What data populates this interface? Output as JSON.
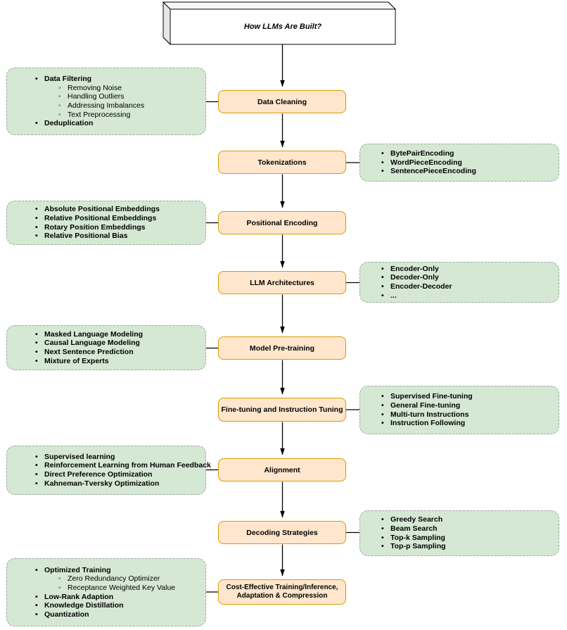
{
  "diagram": {
    "title": "How LLMs Are Built?"
  },
  "steps": [
    {
      "id": "data-cleaning",
      "label": "Data Cleaning"
    },
    {
      "id": "tokenizations",
      "label": "Tokenizations"
    },
    {
      "id": "positional-encoding",
      "label": "Positional Encoding"
    },
    {
      "id": "llm-architectures",
      "label": "LLM Architectures"
    },
    {
      "id": "model-pre-training",
      "label": "Model Pre-training"
    },
    {
      "id": "fine-tuning-instruction-tuning",
      "label": "Fine-tuning and Instruction Tuning"
    },
    {
      "id": "alignment",
      "label": "Alignment"
    },
    {
      "id": "decoding-strategies",
      "label": "Decoding Strategies"
    },
    {
      "id": "cost-effective",
      "label_line1": "Cost-Effective Training/Inference,",
      "label_line2": "Adaptation & Compression"
    }
  ],
  "details": [
    {
      "attached_to": "Data Cleaning",
      "side": "left",
      "items": [
        {
          "text": "Data Filtering",
          "level": 1
        },
        {
          "text": "Removing Noise",
          "level": 2
        },
        {
          "text": "Handling Outliers",
          "level": 2
        },
        {
          "text": "Addressing Imbalances",
          "level": 2
        },
        {
          "text": "Text Preprocessing",
          "level": 2
        },
        {
          "text": "Deduplication",
          "level": 1
        }
      ]
    },
    {
      "attached_to": "Tokenizations",
      "side": "right",
      "items": [
        {
          "text": "BytePairEncoding",
          "level": 1
        },
        {
          "text": "WordPieceEncoding",
          "level": 1
        },
        {
          "text": "SentencePieceEncoding",
          "level": 1
        }
      ]
    },
    {
      "attached_to": "Positional Encoding",
      "side": "left",
      "items": [
        {
          "text": "Absolute Positional Embeddings",
          "level": 1
        },
        {
          "text": "Relative Positional Embeddings",
          "level": 1
        },
        {
          "text": "Rotary Position Embeddings",
          "level": 1
        },
        {
          "text": "Relative Positional Bias",
          "level": 1
        }
      ]
    },
    {
      "attached_to": "LLM Architectures",
      "side": "right",
      "items": [
        {
          "text": "Encoder-Only",
          "level": 1
        },
        {
          "text": "Decoder-Only",
          "level": 1
        },
        {
          "text": "Encoder-Decoder",
          "level": 1
        },
        {
          "text": "...",
          "level": 1
        }
      ]
    },
    {
      "attached_to": "Model Pre-training",
      "side": "left",
      "items": [
        {
          "text": "Masked Language Modeling",
          "level": 1
        },
        {
          "text": "Causal Language Modeling",
          "level": 1
        },
        {
          "text": "Next Sentence Prediction",
          "level": 1
        },
        {
          "text": "Mixture of Experts",
          "level": 1
        }
      ]
    },
    {
      "attached_to": "Fine-tuning and Instruction Tuning",
      "side": "right",
      "items": [
        {
          "text": "Supervised Fine-tuning",
          "level": 1
        },
        {
          "text": "General Fine-tuning",
          "level": 1
        },
        {
          "text": "Multi-turn Instructions",
          "level": 1
        },
        {
          "text": "Instruction Following",
          "level": 1
        }
      ]
    },
    {
      "attached_to": "Alignment",
      "side": "left",
      "items": [
        {
          "text": "Supervised learning",
          "level": 1
        },
        {
          "text": "Reinforcement Learning from Human Feedback",
          "level": 1
        },
        {
          "text": "Direct Preference Optimization",
          "level": 1
        },
        {
          "text": "Kahneman-Tversky Optimization",
          "level": 1
        }
      ]
    },
    {
      "attached_to": "Decoding Strategies",
      "side": "right",
      "items": [
        {
          "text": "Greedy Search",
          "level": 1
        },
        {
          "text": "Beam Search",
          "level": 1
        },
        {
          "text": "Top-k Sampling",
          "level": 1
        },
        {
          "text": "Top-p Sampling",
          "level": 1
        }
      ]
    },
    {
      "attached_to": "Cost-Effective Training/Inference, Adaptation & Compression",
      "side": "left",
      "items": [
        {
          "text": "Optimized Training",
          "level": 1
        },
        {
          "text": "Zero Redundancy Optimizer",
          "level": 2
        },
        {
          "text": "Receptance Weighted Key Value",
          "level": 2
        },
        {
          "text": "Low-Rank Adaption",
          "level": 1
        },
        {
          "text": "Knowledge Distillation",
          "level": 1
        },
        {
          "text": "Quantization",
          "level": 1
        }
      ]
    }
  ],
  "colors": {
    "step_fill": "#ffe6cc",
    "step_border": "#d79b00",
    "detail_fill": "#d5e8d4",
    "detail_border": "#9cab9c",
    "connector": "#000000",
    "cube_side_fill": "#e6e6e6",
    "canvas_bg": "#ffffff"
  }
}
